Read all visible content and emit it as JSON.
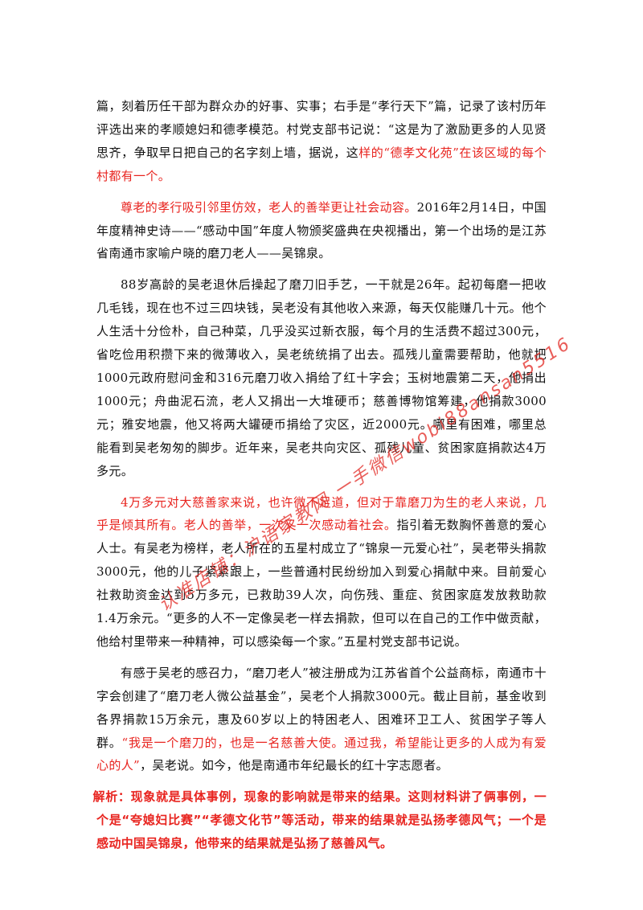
{
  "paragraphs": {
    "p1": {
      "black": "篇，刻着历任干部为群众办的好事、实事；右手是“孝行天下”篇，记录了该村历年评选出来的孝顺媳妇和德孝模范。村党支部书记说：“这是为了激励更多的人见贤思齐，争取早日把自己的名字刻上墙，据说，这",
      "red": "样的“德孝文化苑”在该区域的每个村都有一个。"
    },
    "p2": {
      "red": "尊老的孝行吸引邻里仿效，老人的善举更让社会动容。",
      "black": "2016年2月14日，中国年度精神史诗——“感动中国”年度人物颁奖盛典在央视播出，第一个出场的是江苏省南通市家喻户晓的磨刀老人——吴锦泉。"
    },
    "p3": {
      "black": "88岁高龄的吴老退休后操起了磨刀旧手艺，一干就是26年。起初每磨一把收几毛钱，现在也不过三四块钱，吴老没有其他收入来源，每天仅能赚几十元。他个人生活十分俭朴，自己种菜，几乎没买过新衣服，每个月的生活费不超过300元，省吃俭用积攒下来的微薄收入，吴老统统捐了出去。孤残儿童需要帮助，他就把1000元政府慰问金和316元磨刀收入捐给了红十字会；玉树地震第二天，他捐出1000元；舟曲泥石流，老人又捐出一大堆硬币；慈善博物馆筹建，他捐款3000元；雅安地震，他又将两大罐硬币捐给了灾区，近2000元。哪里有困难，哪里总能看到吴老匆匆的脚步。近年来，吴老共向灾区、孤残儿童、贫困家庭捐款达4万多元。"
    },
    "p4": {
      "red": "4万多元对大慈善家来说，也许微不足道，但对于靠磨刀为生的老人来说，几乎是倾其所有。老人的善举，一次又一次感动着社会。",
      "black": "指引着无数胸怀善意的爱心人士。有吴老为榜样，老人所在的五星村成立了“锦泉一元爱心社”，吴老带头捐款3000元，他的儿子紧紧跟上，一些普通村民纷纷加入到爱心捐献中来。目前爱心社救助资金达到5万多元，已救助39人次，向伤残、重症、贫困家庭发放救助款1.4万余元。“更多的人不一定像吴老一样去捐款，但可以在自己的工作中做贡献，他给村里带来一种精神，可以感染每一个家。”五星村党支部书记说。"
    },
    "p5": {
      "black": "有感于吴老的感召力，“磨刀老人”被注册成为江苏省首个公益商标，南通市十字会创建了“磨刀老人微公益基金”，吴老个人捐款3000元。截止目前，基金收到各界捐款15万余元，惠及60岁以上的特困老人、困难环卫工人、贫困学子等人群。",
      "red": "“我是一个磨刀的，也是一名慈善大使。通过我，希望能让更多的人成为有爱心的人”",
      "black_after": "，吴老说。如今，他是南通市年纪最长的红十字志愿者。"
    },
    "analysis": "解析：现象就是具体事例，现象的影响就是带来的结果。这则材料讲了俩事例，一个是“夸媳妇比赛”“孝德文化节”等活动，带来的结果就是弘扬孝德风气；一个是感动中国吴锦泉，他带来的结果就是弘扬了慈善风气。"
  },
  "watermark": "认准店铺：沪语家教网 一手微信wobi88ansan5516",
  "colors": {
    "text": "#111111",
    "highlight": "#e8241f",
    "watermark": "#e3302b"
  }
}
